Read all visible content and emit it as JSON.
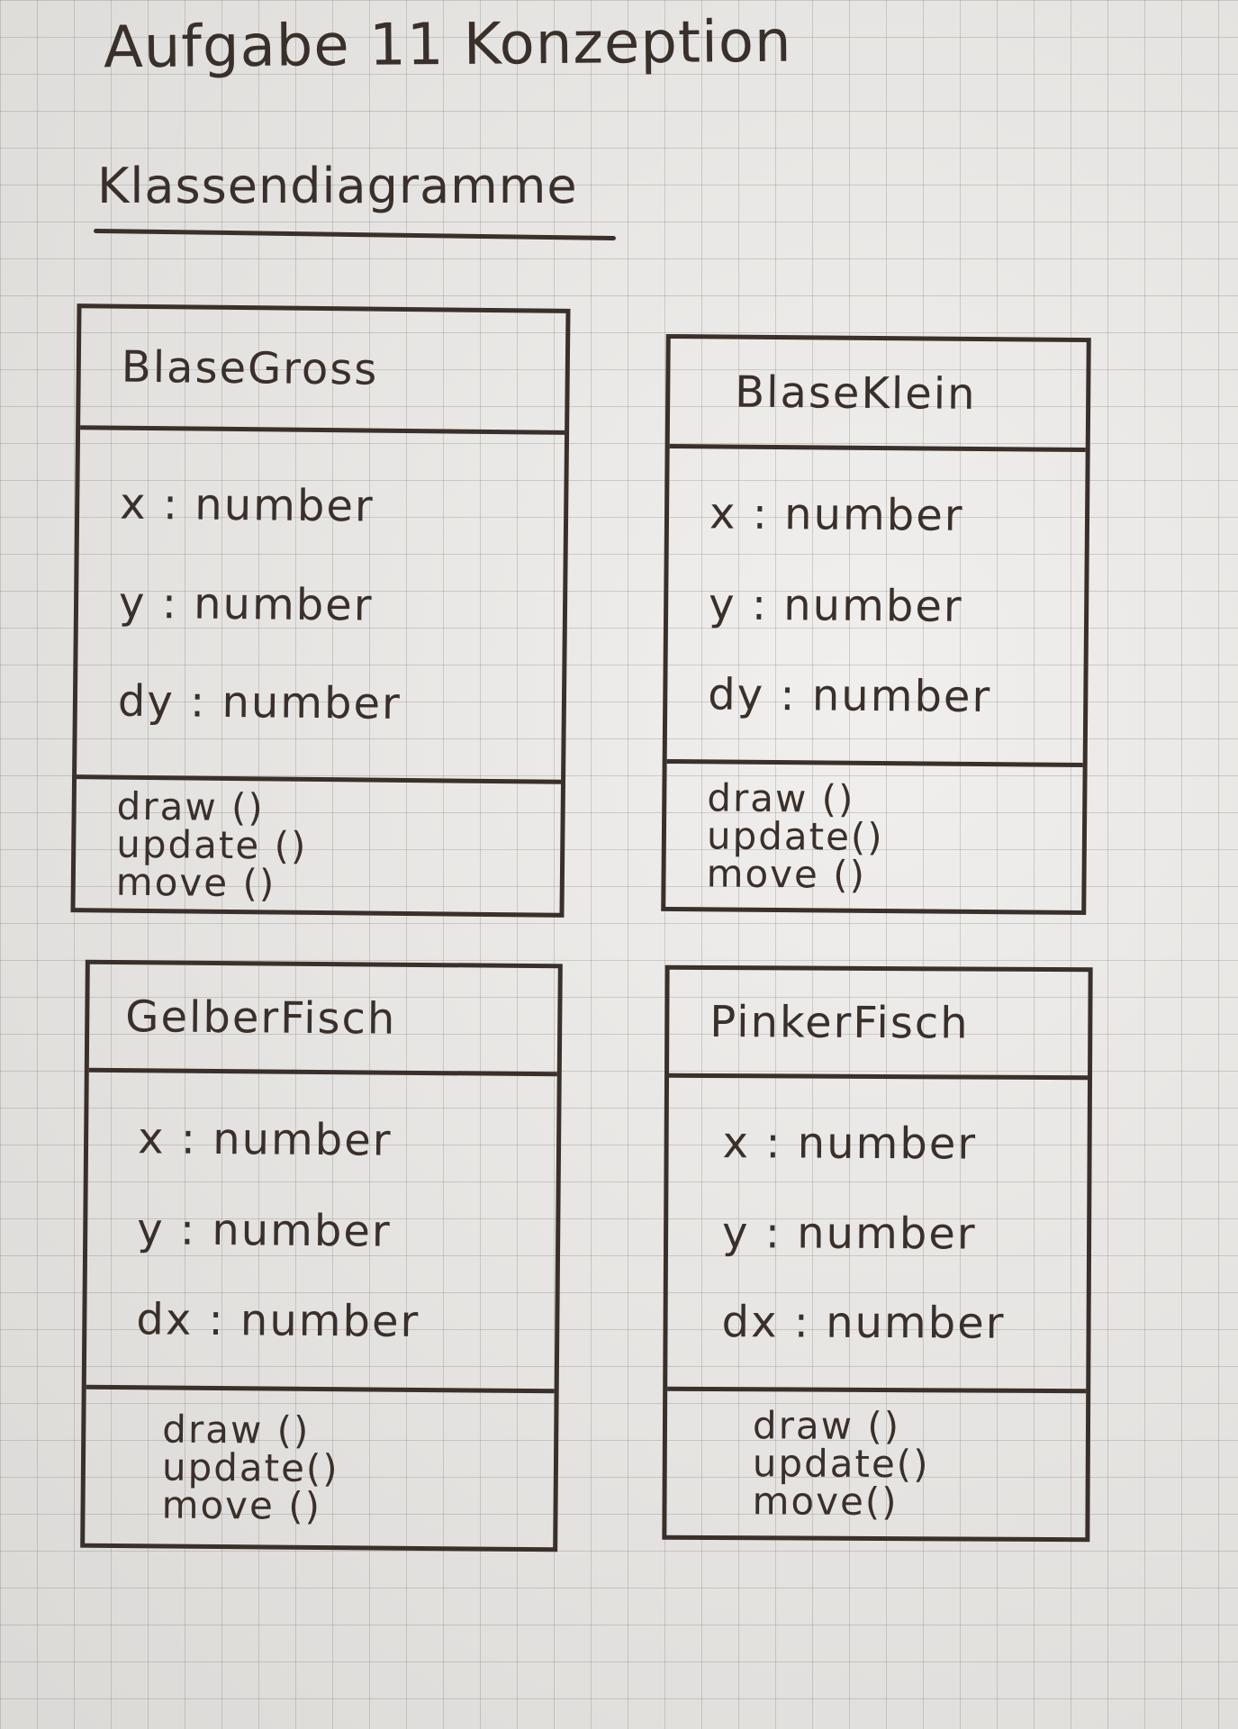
{
  "title": "Aufgabe 11 Konzeption",
  "section_heading": "Klassendiagramme",
  "classes": [
    {
      "name": "BlaseGross",
      "attributes": [
        "x : number",
        "y : number",
        "dy : number"
      ],
      "methods": [
        "draw ()",
        "update ()",
        "move ()"
      ]
    },
    {
      "name": "BlaseKlein",
      "attributes": [
        "x : number",
        "y : number",
        "dy : number"
      ],
      "methods": [
        "draw ()",
        "update()",
        "move ()"
      ]
    },
    {
      "name": "GelberFisch",
      "attributes": [
        "x : number",
        "y : number",
        "dx : number"
      ],
      "methods": [
        "draw ()",
        "update()",
        "move ()"
      ]
    },
    {
      "name": "PinkerFisch",
      "attributes": [
        "x : number",
        "y : number",
        "dx : number"
      ],
      "methods": [
        "draw ()",
        "update()",
        "move()"
      ]
    }
  ],
  "colors": {
    "ink": "#3a302b",
    "paper": "#e9e7e4",
    "grid": "#a9a49f"
  }
}
